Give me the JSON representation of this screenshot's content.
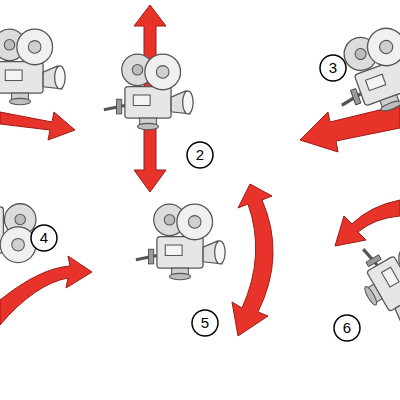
{
  "diagram": {
    "labels": [
      "2",
      "3",
      "4",
      "5",
      "6"
    ]
  }
}
